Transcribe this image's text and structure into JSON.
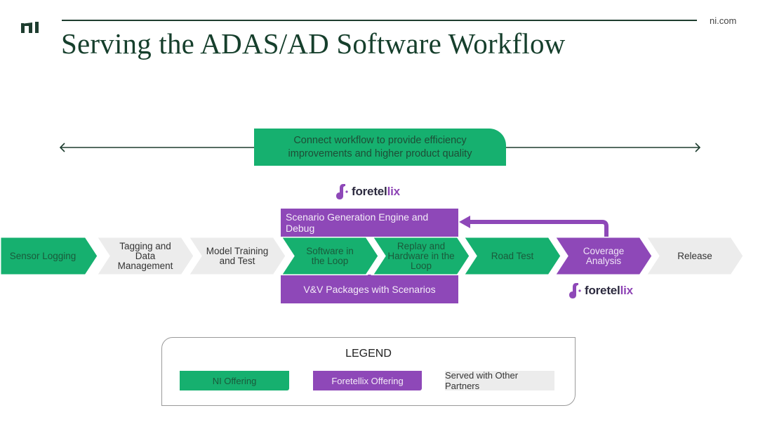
{
  "header": {
    "brand_logo": "ni-logo-icon",
    "site_label": "ni.com",
    "title": "Serving the ADAS/AD Software Workflow"
  },
  "banner": {
    "line1": "Connect workflow to provide efficiency",
    "line2": "improvements and higher product quality"
  },
  "foretellix_logo": {
    "icon": "foretellix-logo-icon",
    "text_main": "foretel",
    "text_accent": "lix"
  },
  "foretellix_boxes": {
    "top": "Scenario Generation  Engine and Debug",
    "bottom": "V&V Packages with  Scenarios"
  },
  "steps": [
    {
      "line1": "Sensor Logging",
      "line2": "",
      "line3": "",
      "owner": "ni"
    },
    {
      "line1": "Tagging and Data",
      "line2": "Management",
      "line3": "",
      "owner": "other"
    },
    {
      "line1": "Model Training",
      "line2": "and Test",
      "line3": "",
      "owner": "other"
    },
    {
      "line1": "Software in",
      "line2": "the Loop",
      "line3": "",
      "owner": "ni"
    },
    {
      "line1": "Replay and",
      "line2": "Hardware in the",
      "line3": "Loop",
      "owner": "ni"
    },
    {
      "line1": "Road Test",
      "line2": "",
      "line3": "",
      "owner": "ni"
    },
    {
      "line1": "Coverage",
      "line2": "Analysis",
      "line3": "",
      "owner": "foretellix"
    },
    {
      "line1": "Release",
      "line2": "",
      "line3": "",
      "owner": "other"
    }
  ],
  "colors": {
    "ni": "#16b06f",
    "foretellix": "#8e48b8",
    "other": "#ececec",
    "title": "#163f2c"
  },
  "legend": {
    "title": "LEGEND",
    "items": [
      {
        "label": "NI  Offering",
        "key": "ni"
      },
      {
        "label": "Foretellix  Offering",
        "key": "foretellix"
      },
      {
        "label": "Served with  Other Partners",
        "key": "other"
      }
    ]
  }
}
